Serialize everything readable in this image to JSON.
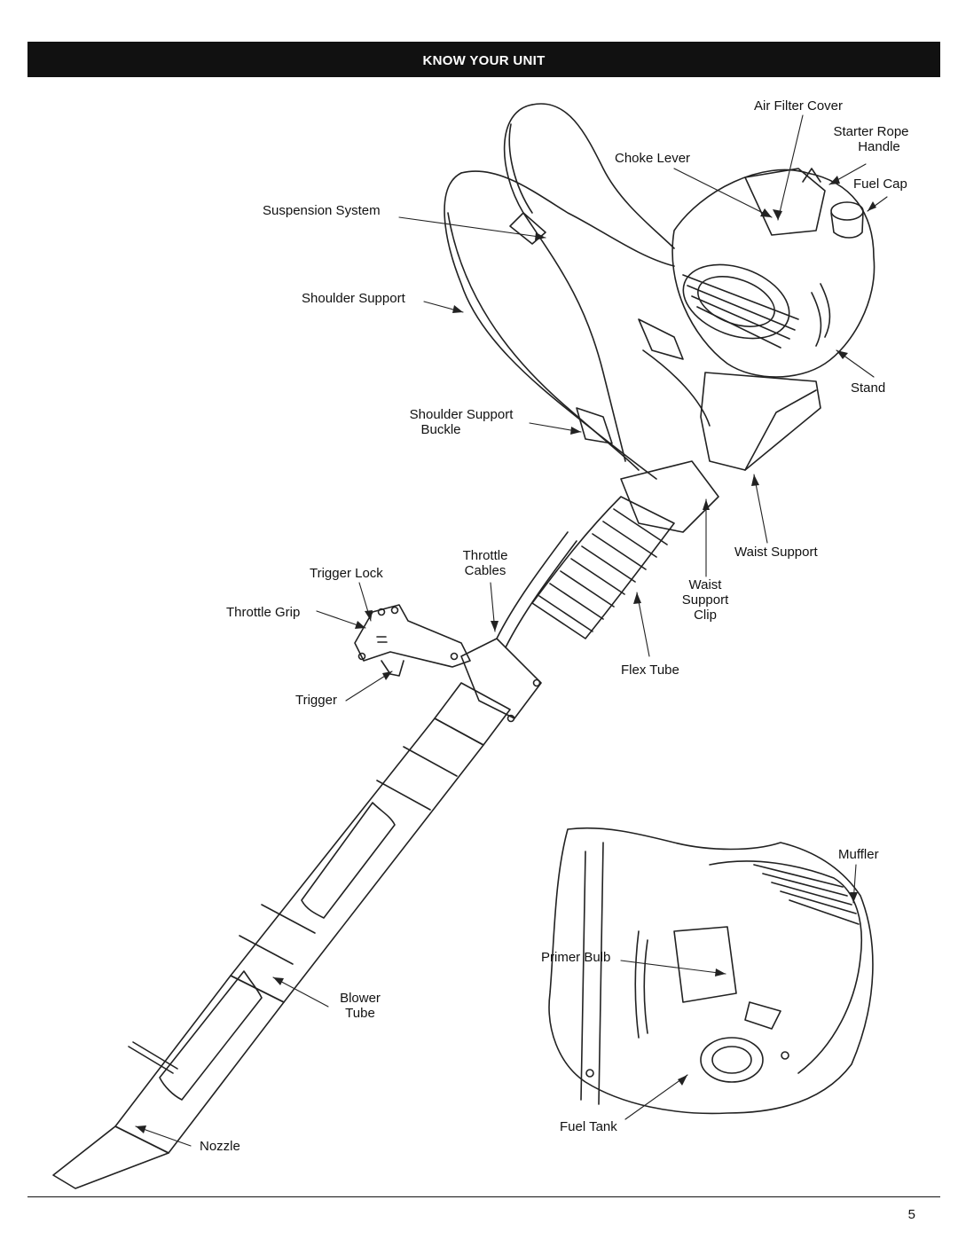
{
  "header": {
    "title": "KNOW YOUR UNIT"
  },
  "labels": {
    "air_filter_cover": "Air Filter Cover",
    "starter_rope_handle": [
      "Starter Rope",
      "Handle"
    ],
    "fuel_cap": "Fuel Cap",
    "choke_lever": "Choke Lever",
    "suspension_system": "Suspension System",
    "shoulder_support": "Shoulder Support",
    "stand": "Stand",
    "shoulder_support_buckle": [
      "Shoulder Support",
      "Buckle"
    ],
    "throttle_cables": [
      "Throttle",
      "Cables"
    ],
    "trigger_lock": "Trigger Lock",
    "waist_support": "Waist Support",
    "waist_support_clip": [
      "Waist",
      "Support",
      "Clip"
    ],
    "throttle_grip": "Throttle Grip",
    "flex_tube": "Flex Tube",
    "trigger": "Trigger",
    "muffler": "Muffler",
    "primer_bulb": "Primer Bulb",
    "blower_tube": [
      "Blower",
      "Tube"
    ],
    "fuel_tank": "Fuel Tank",
    "nozzle": "Nozzle"
  },
  "footer": {
    "page_number": "5"
  }
}
